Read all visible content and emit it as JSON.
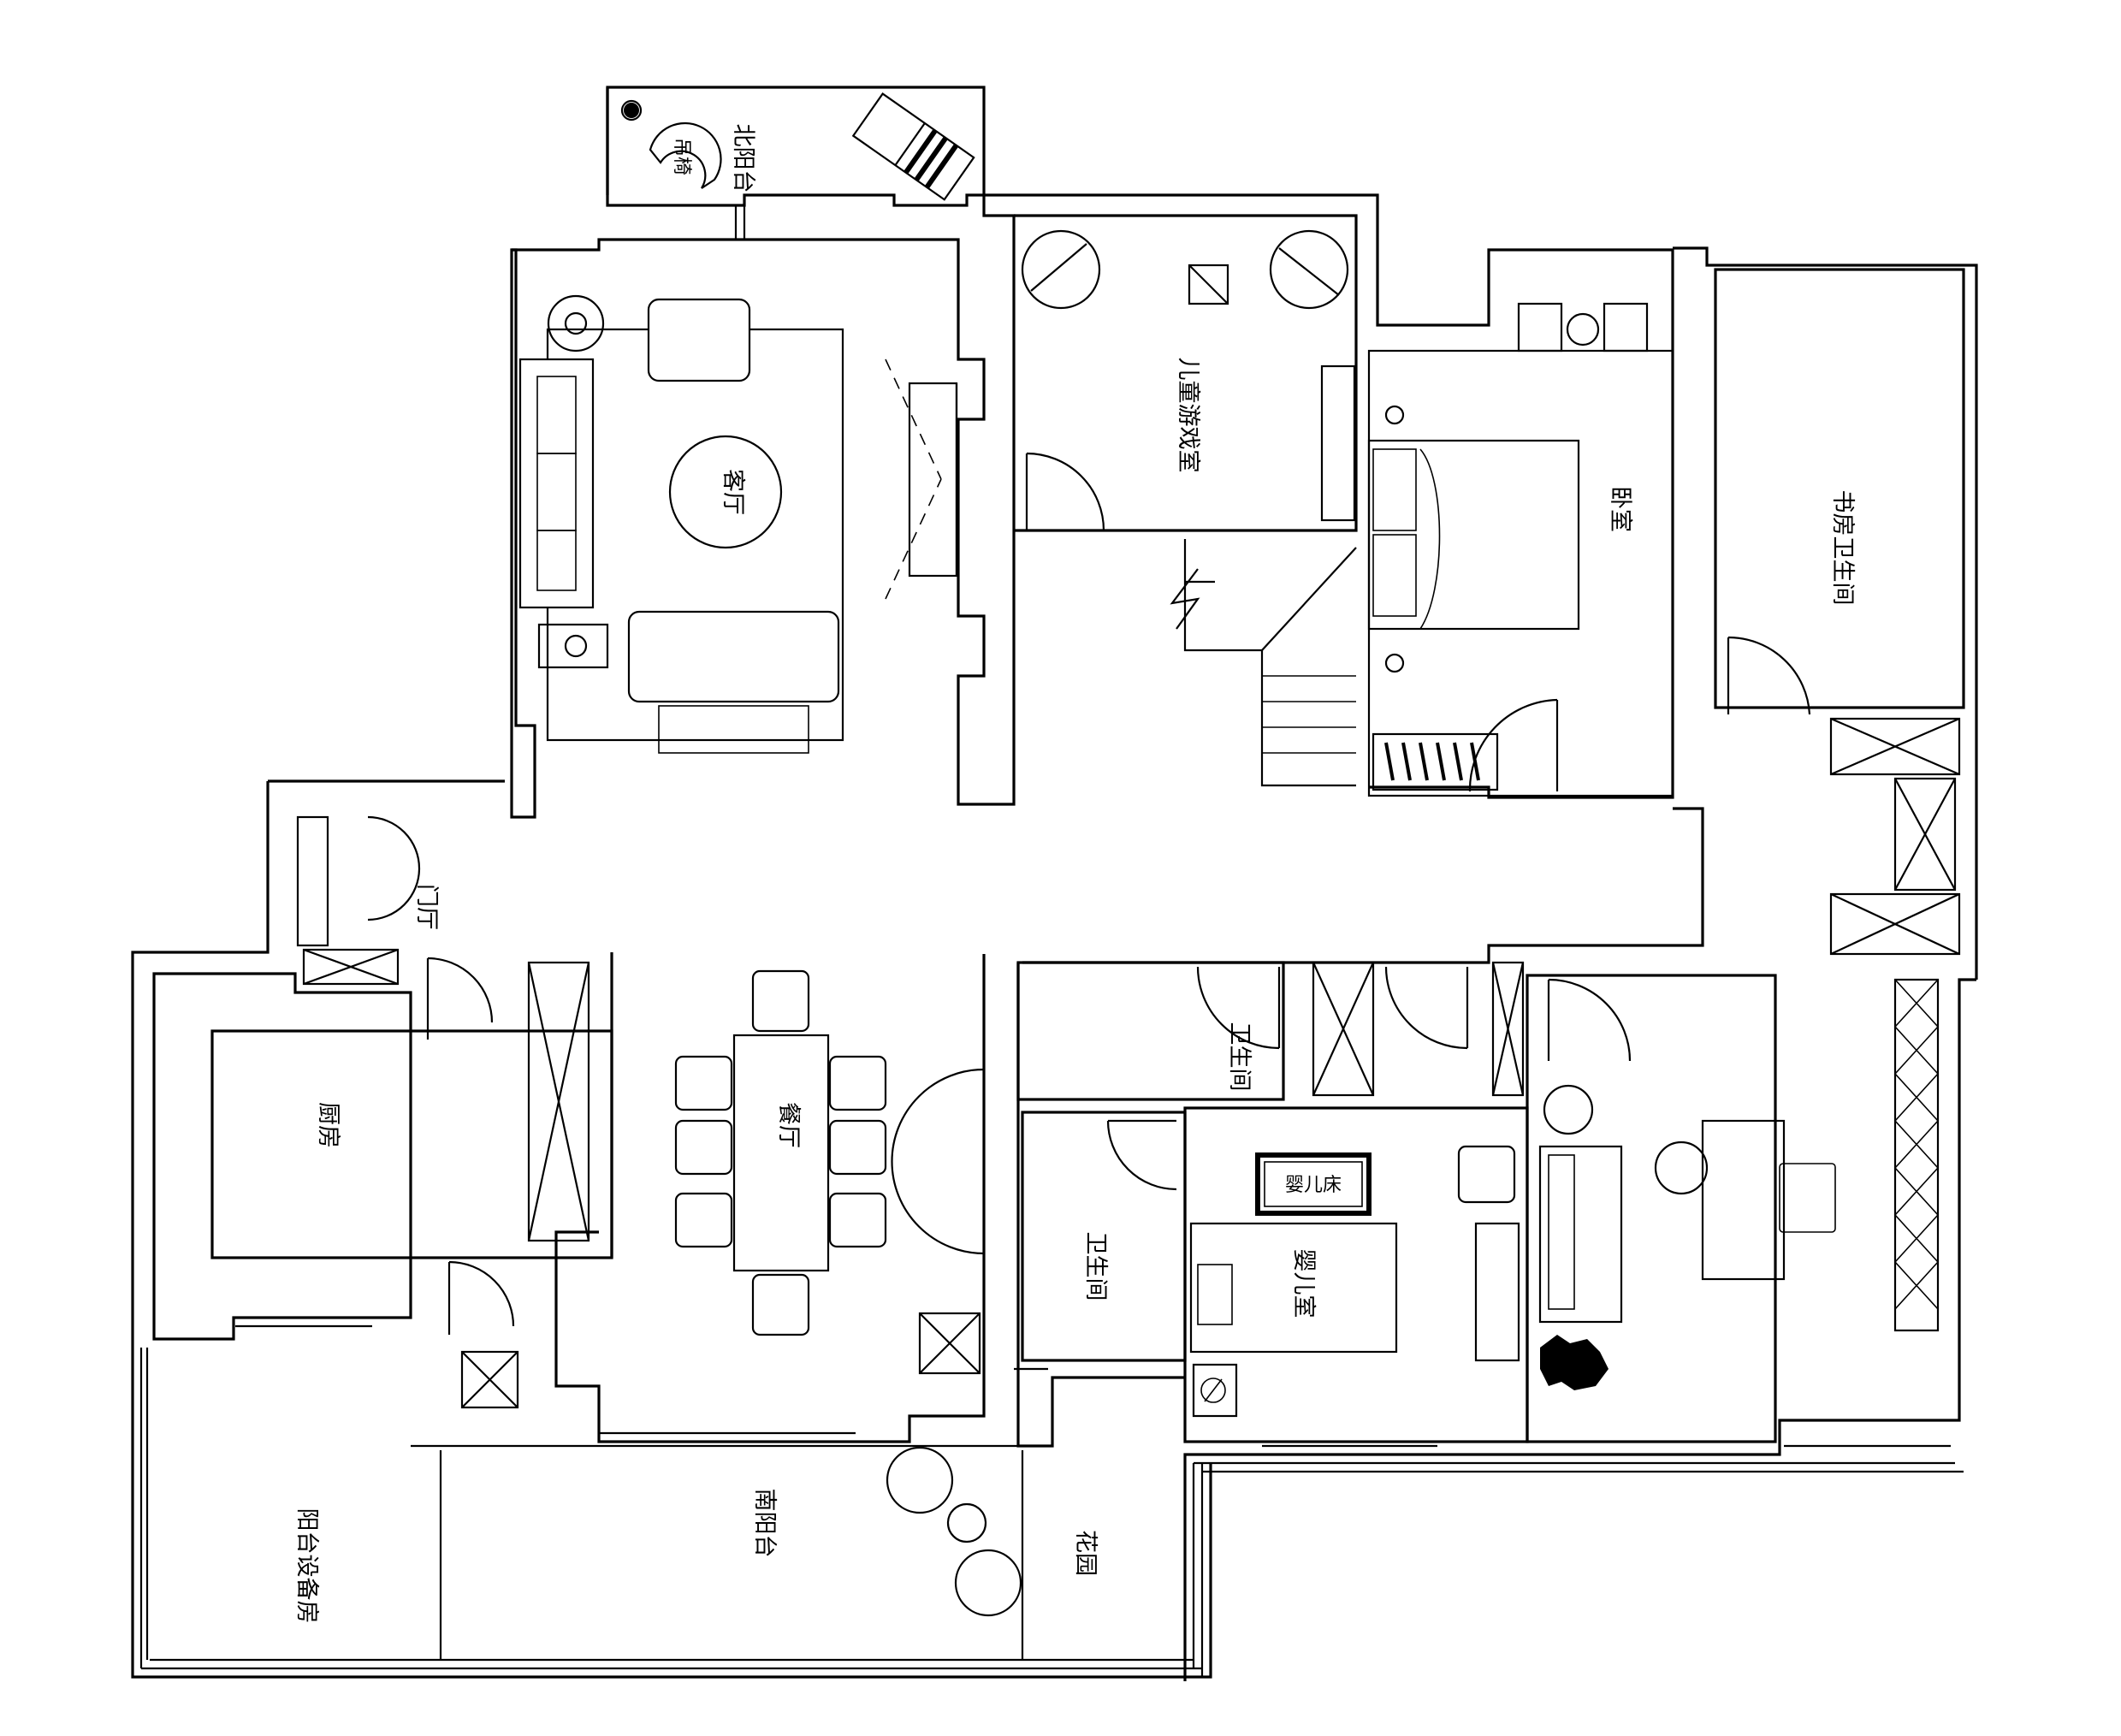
{
  "rooms": {
    "north_balcony": "北阳台",
    "hanging_chair": "吊椅",
    "living_room": "客厅",
    "kids_playroom": "儿童游戏室",
    "bedroom": "卧室",
    "study_bathroom": "书房卫生间",
    "foyer": "门厅",
    "dining_room": "餐厅",
    "kitchen": "厨房",
    "bathroom_1": "卫生间",
    "bathroom_2": "卫生间",
    "crib": "婴儿床",
    "nursery": "婴儿室",
    "balcony_equipment_room": "阳台设备房",
    "south_balcony": "南阳台",
    "garden": "花园"
  }
}
